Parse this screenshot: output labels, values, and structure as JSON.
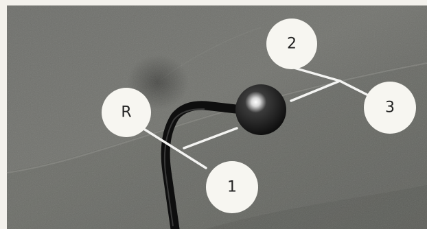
{
  "labels": {
    "reverse": "R",
    "first": "1",
    "second": "2",
    "third": "3"
  },
  "colors": {
    "panel": "#6f706b",
    "callout_fill": "#f7f6f1",
    "leader_lines": "#f4f4f2",
    "knob": "#1a1a1a"
  }
}
